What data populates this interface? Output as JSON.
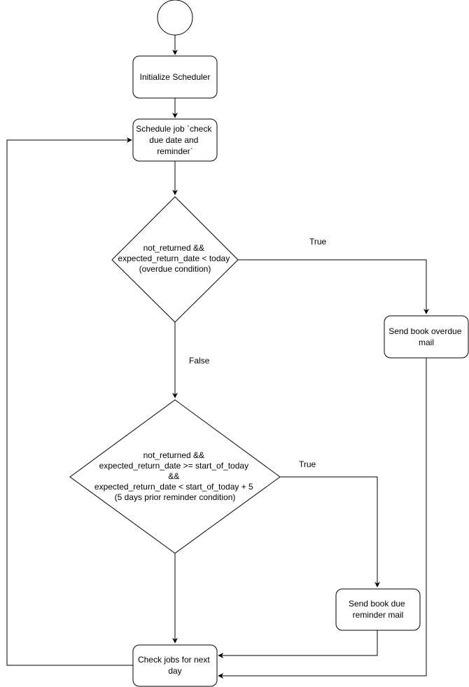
{
  "nodes": {
    "init": [
      "Initialize Scheduler"
    ],
    "schedule": [
      "Schedule job `check",
      "due date and",
      "reminder`"
    ],
    "overdue_decision": [
      "not_returned &&",
      "expected_return_date < today",
      "(overdue condition)"
    ],
    "reminder_decision": [
      "not_returned &&",
      "expected_return_date >= start_of_today",
      "&&",
      "expected_return_date < start_of_today + 5",
      "(5 days prior reminder condition)"
    ],
    "overdue_mail": [
      "Send book overdue",
      "mail"
    ],
    "reminder_mail": [
      "Send book due",
      "reminder mail"
    ],
    "next_day": [
      "Check jobs for next",
      "day"
    ]
  },
  "edge_labels": {
    "overdue_true": "True",
    "overdue_false": "False",
    "reminder_true": "True"
  }
}
